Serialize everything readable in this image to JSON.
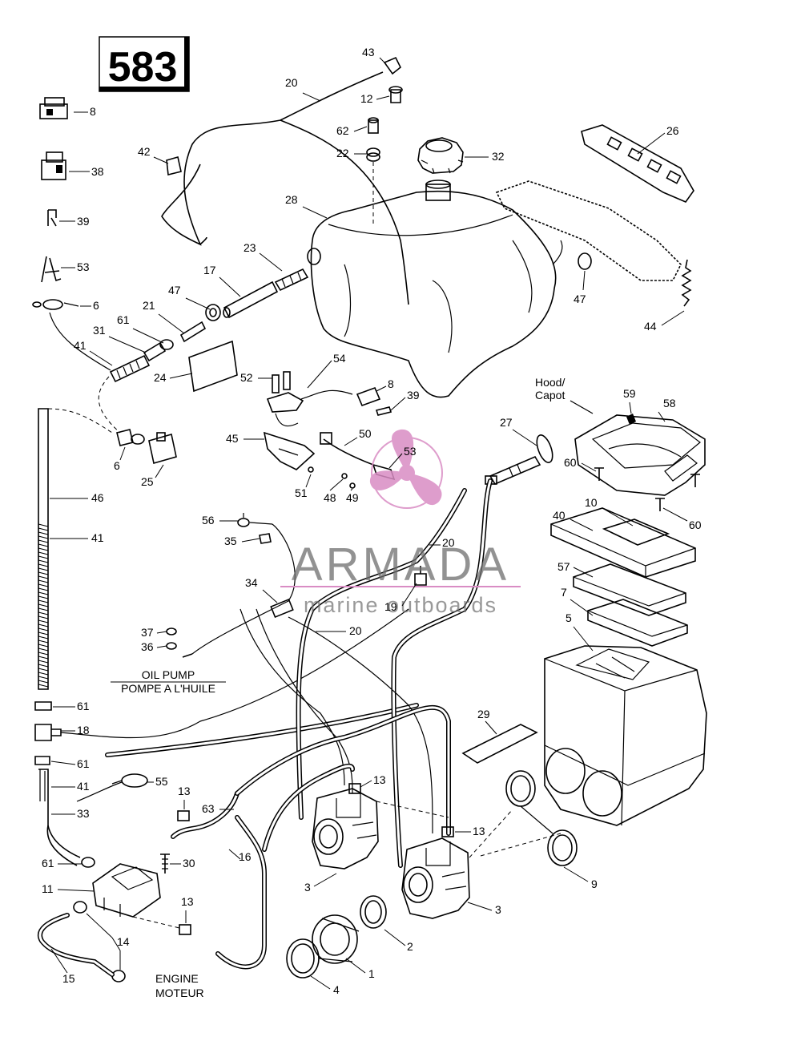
{
  "page_number": "583",
  "watermark": {
    "name": "ARMADA",
    "tagline": "marine outboards",
    "color": "#d98cc4"
  },
  "captions": {
    "hood_en": "Hood/",
    "hood_fr": "Capot",
    "oil_pump_en": "OIL PUMP",
    "oil_pump_fr": "POMPE A L'HUILE",
    "engine_en": "ENGINE",
    "engine_fr": "MOTEUR"
  },
  "labels": [
    {
      "id": "8a",
      "text": "8"
    },
    {
      "id": "38",
      "text": "38"
    },
    {
      "id": "39a",
      "text": "39"
    },
    {
      "id": "53a",
      "text": "53"
    },
    {
      "id": "6a",
      "text": "6"
    },
    {
      "id": "41a",
      "text": "41"
    },
    {
      "id": "31",
      "text": "31"
    },
    {
      "id": "61a",
      "text": "61"
    },
    {
      "id": "21",
      "text": "21"
    },
    {
      "id": "47a",
      "text": "47"
    },
    {
      "id": "17",
      "text": "17"
    },
    {
      "id": "23",
      "text": "23"
    },
    {
      "id": "42",
      "text": "42"
    },
    {
      "id": "20a",
      "text": "20"
    },
    {
      "id": "43",
      "text": "43"
    },
    {
      "id": "12",
      "text": "12"
    },
    {
      "id": "62",
      "text": "62"
    },
    {
      "id": "22",
      "text": "22"
    },
    {
      "id": "32",
      "text": "32"
    },
    {
      "id": "28",
      "text": "28"
    },
    {
      "id": "26",
      "text": "26"
    },
    {
      "id": "47b",
      "text": "47"
    },
    {
      "id": "44",
      "text": "44"
    },
    {
      "id": "24",
      "text": "24"
    },
    {
      "id": "52",
      "text": "52"
    },
    {
      "id": "54",
      "text": "54"
    },
    {
      "id": "8b",
      "text": "8"
    },
    {
      "id": "39b",
      "text": "39"
    },
    {
      "id": "6b",
      "text": "6"
    },
    {
      "id": "25",
      "text": "25"
    },
    {
      "id": "45",
      "text": "45"
    },
    {
      "id": "50",
      "text": "50"
    },
    {
      "id": "53b",
      "text": "53"
    },
    {
      "id": "51",
      "text": "51"
    },
    {
      "id": "48",
      "text": "48"
    },
    {
      "id": "49",
      "text": "49"
    },
    {
      "id": "27",
      "text": "27"
    },
    {
      "id": "59",
      "text": "59"
    },
    {
      "id": "58",
      "text": "58"
    },
    {
      "id": "60a",
      "text": "60"
    },
    {
      "id": "60b",
      "text": "60"
    },
    {
      "id": "46",
      "text": "46"
    },
    {
      "id": "41b",
      "text": "41"
    },
    {
      "id": "56",
      "text": "56"
    },
    {
      "id": "35",
      "text": "35"
    },
    {
      "id": "10",
      "text": "10"
    },
    {
      "id": "40",
      "text": "40"
    },
    {
      "id": "20b",
      "text": "20"
    },
    {
      "id": "57",
      "text": "57"
    },
    {
      "id": "34",
      "text": "34"
    },
    {
      "id": "19",
      "text": "19"
    },
    {
      "id": "7",
      "text": "7"
    },
    {
      "id": "5",
      "text": "5"
    },
    {
      "id": "37",
      "text": "37"
    },
    {
      "id": "36",
      "text": "36"
    },
    {
      "id": "20c",
      "text": "20"
    },
    {
      "id": "61b",
      "text": "61"
    },
    {
      "id": "18",
      "text": "18"
    },
    {
      "id": "61c",
      "text": "61"
    },
    {
      "id": "29",
      "text": "29"
    },
    {
      "id": "41c",
      "text": "41"
    },
    {
      "id": "55",
      "text": "55"
    },
    {
      "id": "13a",
      "text": "13"
    },
    {
      "id": "13b",
      "text": "13"
    },
    {
      "id": "33",
      "text": "33"
    },
    {
      "id": "63",
      "text": "63"
    },
    {
      "id": "13c",
      "text": "13"
    },
    {
      "id": "16",
      "text": "16"
    },
    {
      "id": "61d",
      "text": "61"
    },
    {
      "id": "30",
      "text": "30"
    },
    {
      "id": "3a",
      "text": "3"
    },
    {
      "id": "11",
      "text": "11"
    },
    {
      "id": "13d",
      "text": "13"
    },
    {
      "id": "9",
      "text": "9"
    },
    {
      "id": "3b",
      "text": "3"
    },
    {
      "id": "2",
      "text": "2"
    },
    {
      "id": "14",
      "text": "14"
    },
    {
      "id": "1",
      "text": "1"
    },
    {
      "id": "15",
      "text": "15"
    },
    {
      "id": "4",
      "text": "4"
    }
  ]
}
